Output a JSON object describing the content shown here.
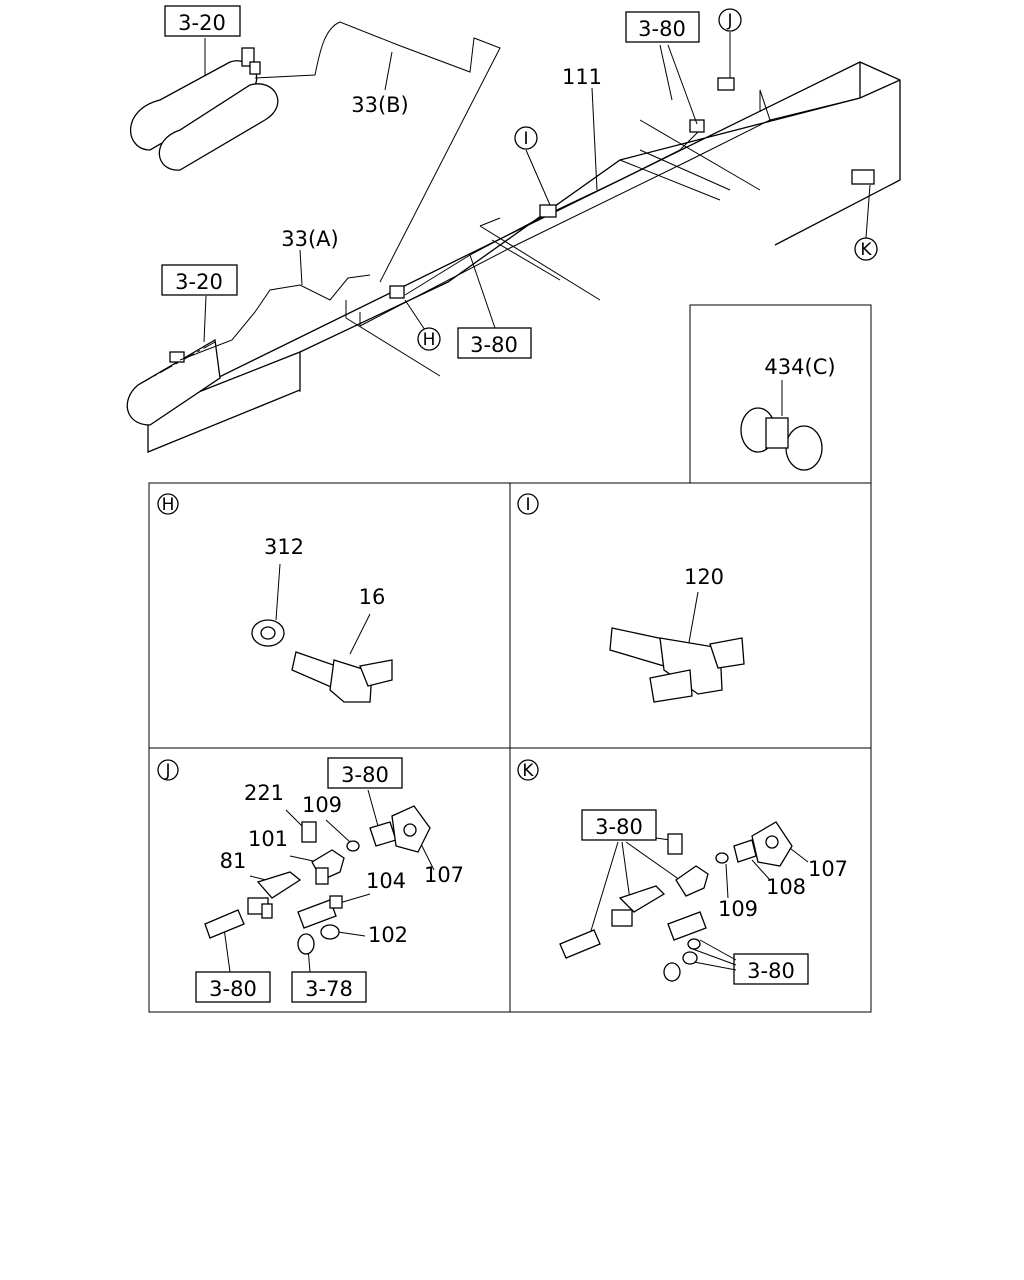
{
  "refs": {
    "tank_top": "3-20",
    "tank_left": "3-20",
    "top_right": "3-80",
    "mid": "3-80",
    "j_top": "3-80",
    "j_bottom_left": "3-80",
    "j_bottom_mid": "3-78",
    "k_top": "3-80",
    "k_bottom": "3-80"
  },
  "main_labels": {
    "pipe_b": "33(B)",
    "pipe_a": "33(A)",
    "pipe_111": "111"
  },
  "callouts": {
    "h": "H",
    "i": "I",
    "j": "J",
    "k": "K"
  },
  "detail_c": {
    "label": "434(C)"
  },
  "detail_h": {
    "title": "H",
    "nut": "312",
    "elbow": "16"
  },
  "detail_i": {
    "title": "I",
    "tee": "120"
  },
  "detail_j": {
    "title": "J",
    "p221": "221",
    "p109": "109",
    "p101": "101",
    "p81": "81",
    "p104": "104",
    "p107": "107",
    "p102": "102"
  },
  "detail_k": {
    "title": "K",
    "p107": "107",
    "p108": "108",
    "p109": "109"
  }
}
